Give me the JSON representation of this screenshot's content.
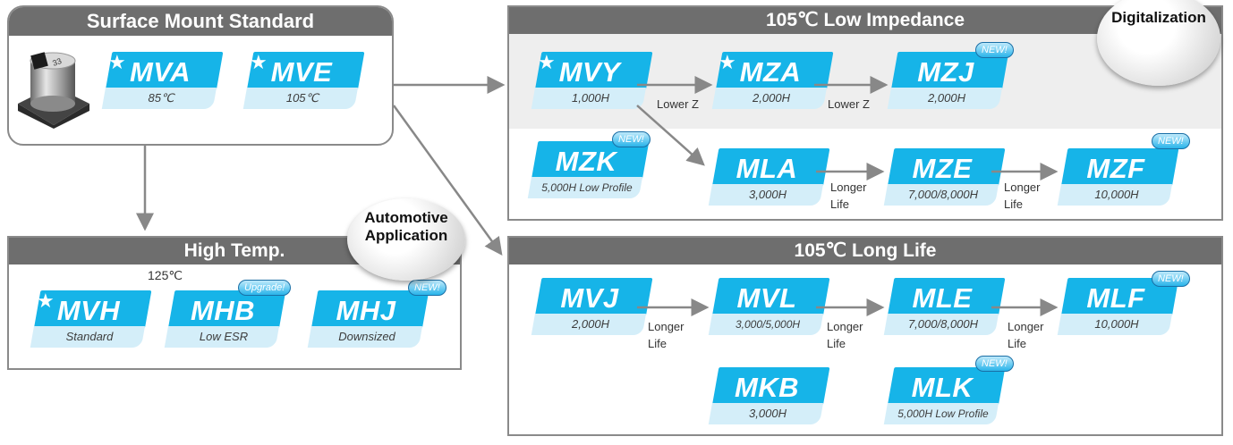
{
  "surface": {
    "title": "Surface Mount Standard",
    "mva": {
      "name": "MVA",
      "sub": "85℃"
    },
    "mve": {
      "name": "MVE",
      "sub": "105℃"
    }
  },
  "hightemp": {
    "title": "High Temp.",
    "temp": "125℃",
    "mvh": {
      "name": "MVH",
      "sub": "Standard"
    },
    "mhb": {
      "name": "MHB",
      "sub": "Low ESR",
      "badge": "Upgrade!"
    },
    "mhj": {
      "name": "MHJ",
      "sub": "Downsized",
      "badge": "NEW!"
    }
  },
  "automotive": {
    "line1": "Automotive",
    "line2": "Application"
  },
  "lowz": {
    "title_temp": "105℃",
    "title_rest": "Low Impedance",
    "digitalization": "Digitalization",
    "mvy": {
      "name": "MVY",
      "sub": "1,000H"
    },
    "mza": {
      "name": "MZA",
      "sub": "2,000H"
    },
    "mzj": {
      "name": "MZJ",
      "sub": "2,000H",
      "badge": "NEW!"
    },
    "mzk": {
      "name": "MZK",
      "sub": "5,000H Low Profile",
      "badge": "NEW!"
    },
    "mla": {
      "name": "MLA",
      "sub": "3,000H"
    },
    "mze": {
      "name": "MZE",
      "sub": "7,000/8,000H"
    },
    "mzf": {
      "name": "MZF",
      "sub": "10,000H",
      "badge": "NEW!"
    },
    "lower_z_1": "Lower Z",
    "lower_z_2": "Lower Z",
    "longer_1": {
      "l1": "Longer",
      "l2": "Life"
    },
    "longer_2": {
      "l1": "Longer",
      "l2": "Life"
    }
  },
  "longlife": {
    "title_temp": "105℃",
    "title_rest": "Long Life",
    "mvj": {
      "name": "MVJ",
      "sub": "2,000H"
    },
    "mvl": {
      "name": "MVL",
      "sub": "3,000/5,000H"
    },
    "mle": {
      "name": "MLE",
      "sub": "7,000/8,000H"
    },
    "mlf": {
      "name": "MLF",
      "sub": "10,000H",
      "badge": "NEW!"
    },
    "mkb": {
      "name": "MKB",
      "sub": "3,000H"
    },
    "mlk": {
      "name": "MLK",
      "sub": "5,000H Low Profile",
      "badge": "NEW!"
    },
    "longer_1": {
      "l1": "Longer",
      "l2": "Life"
    },
    "longer_2": {
      "l1": "Longer",
      "l2": "Life"
    },
    "longer_3": {
      "l1": "Longer",
      "l2": "Life"
    }
  },
  "colors": {
    "accent": "#16b4e8",
    "pale": "#d4eef9",
    "header": "#6e6e6e",
    "arrow": "#888888"
  }
}
